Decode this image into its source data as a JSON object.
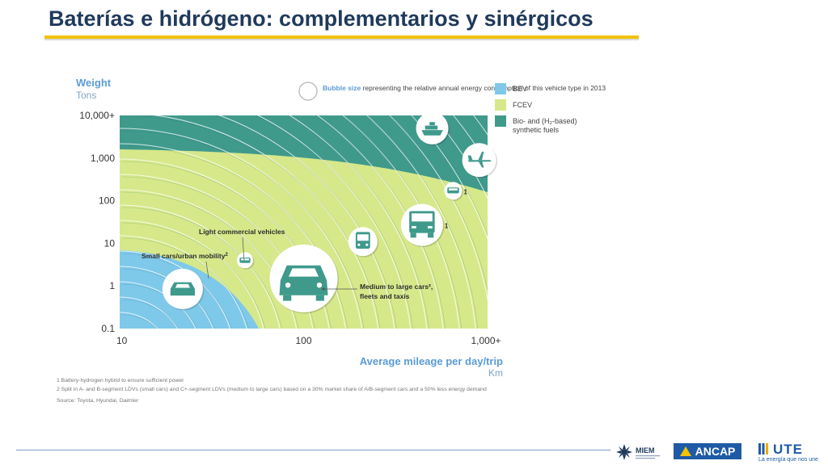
{
  "slide": {
    "title": "Baterías e hidrógeno: complementarios y sinérgicos"
  },
  "chart_data": {
    "type": "bubble-region",
    "y_axis": {
      "title": "Weight",
      "unit": "Tons",
      "scale": "log",
      "ticks": [
        "0.1",
        "1",
        "10",
        "100",
        "1,000",
        "10,000+"
      ],
      "range": [
        0.1,
        10000
      ]
    },
    "x_axis": {
      "title": "Average mileage per day/trip",
      "unit": "Km",
      "scale": "log",
      "ticks": [
        "10",
        "100",
        "1,000+"
      ],
      "range": [
        10,
        1000
      ]
    },
    "legend": {
      "bubble_note_bold": "Bubble size",
      "bubble_note_rest": " representing the relative annual energy consumption of this vehicle type in 2013",
      "items": [
        {
          "label": "BEV",
          "color": "#7ec8ea"
        },
        {
          "label": "FCEV",
          "color": "#d6e88a"
        },
        {
          "label": "Bio- and (H₂-based)",
          "label2": "synthetic fuels",
          "color": "#3f9a8c"
        }
      ]
    },
    "regions": [
      {
        "name": "BEV",
        "color": "#7ec8ea"
      },
      {
        "name": "FCEV",
        "color": "#d6e88a"
      },
      {
        "name": "Bio- and (H2-based) synthetic fuels",
        "color": "#3f9a8c"
      }
    ],
    "bubbles": [
      {
        "vehicle": "ship",
        "km": 500,
        "tons": 5000,
        "icon": "ship-icon"
      },
      {
        "vehicle": "airplane",
        "km": 900,
        "tons": 900,
        "icon": "airplane-icon"
      },
      {
        "vehicle": "train",
        "km": 650,
        "tons": 170,
        "icon": "train-icon",
        "note": "1"
      },
      {
        "vehicle": "truck",
        "km": 440,
        "tons": 27,
        "icon": "truck-icon",
        "note": "1"
      },
      {
        "vehicle": "bus",
        "km": 210,
        "tons": 11,
        "icon": "bus-icon"
      },
      {
        "vehicle": "light commercial vehicle",
        "km": 48,
        "tons": 4,
        "icon": "van-icon"
      },
      {
        "vehicle": "medium to large car",
        "km": 100,
        "tons": 1.5,
        "icon": "car-icon"
      },
      {
        "vehicle": "small car",
        "km": 22,
        "tons": 0.85,
        "icon": "small-car-icon"
      }
    ],
    "annotations": [
      {
        "label": "Light commercial vehicles"
      },
      {
        "label": "Small cars/urban mobility",
        "sup": "2"
      },
      {
        "label": "Medium to large cars², fleets and taxis",
        "line1": "Medium to large cars²,",
        "line2": "fleets and taxis"
      }
    ],
    "notes": [
      "1 Battery-hydrogen hybrid to ensure sufficient power",
      "2 Split in A- and B-segment LDVs (small cars) and C+-segment LDVs (medium to large cars) based on a 30% market share of A/B-segment cars and a 50% less energy demand",
      "Source: Toyota, Hyundai, Daimler"
    ]
  },
  "footer": {
    "logos": [
      {
        "name": "MIEM"
      },
      {
        "name": "ANCAP"
      },
      {
        "name": "UTE",
        "tagline": "La energía que nos une"
      }
    ]
  }
}
